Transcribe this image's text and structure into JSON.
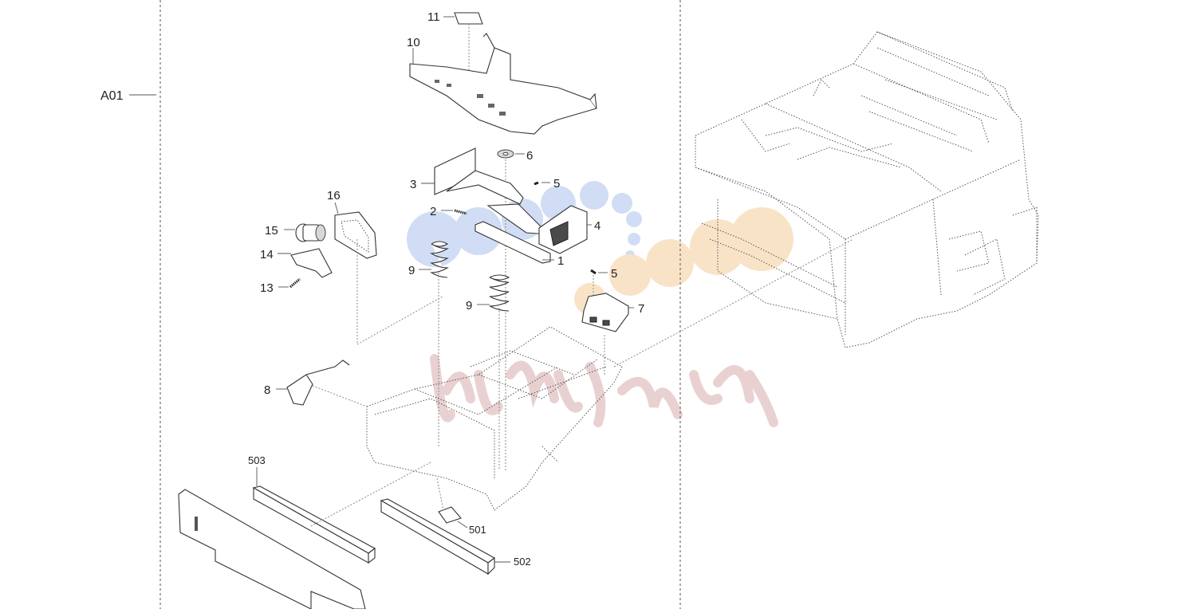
{
  "section": {
    "label": "A01"
  },
  "callouts": [
    {
      "id": "c11",
      "label": "11"
    },
    {
      "id": "c10",
      "label": "10"
    },
    {
      "id": "c6",
      "label": "6"
    },
    {
      "id": "c3",
      "label": "3"
    },
    {
      "id": "c5a",
      "label": "5"
    },
    {
      "id": "c2",
      "label": "2"
    },
    {
      "id": "c4",
      "label": "4"
    },
    {
      "id": "c1",
      "label": "1"
    },
    {
      "id": "c16",
      "label": "16"
    },
    {
      "id": "c15",
      "label": "15"
    },
    {
      "id": "c14",
      "label": "14"
    },
    {
      "id": "c13",
      "label": "13"
    },
    {
      "id": "c9a",
      "label": "9"
    },
    {
      "id": "c9b",
      "label": "9"
    },
    {
      "id": "c5b",
      "label": "5"
    },
    {
      "id": "c7",
      "label": "7"
    },
    {
      "id": "c8",
      "label": "8"
    },
    {
      "id": "c503",
      "label": "503"
    },
    {
      "id": "c501",
      "label": "501"
    },
    {
      "id": "c502",
      "label": "502"
    }
  ],
  "colors": {
    "line": "#333333",
    "dotted": "#555555",
    "watermark": "#c99a9a"
  }
}
